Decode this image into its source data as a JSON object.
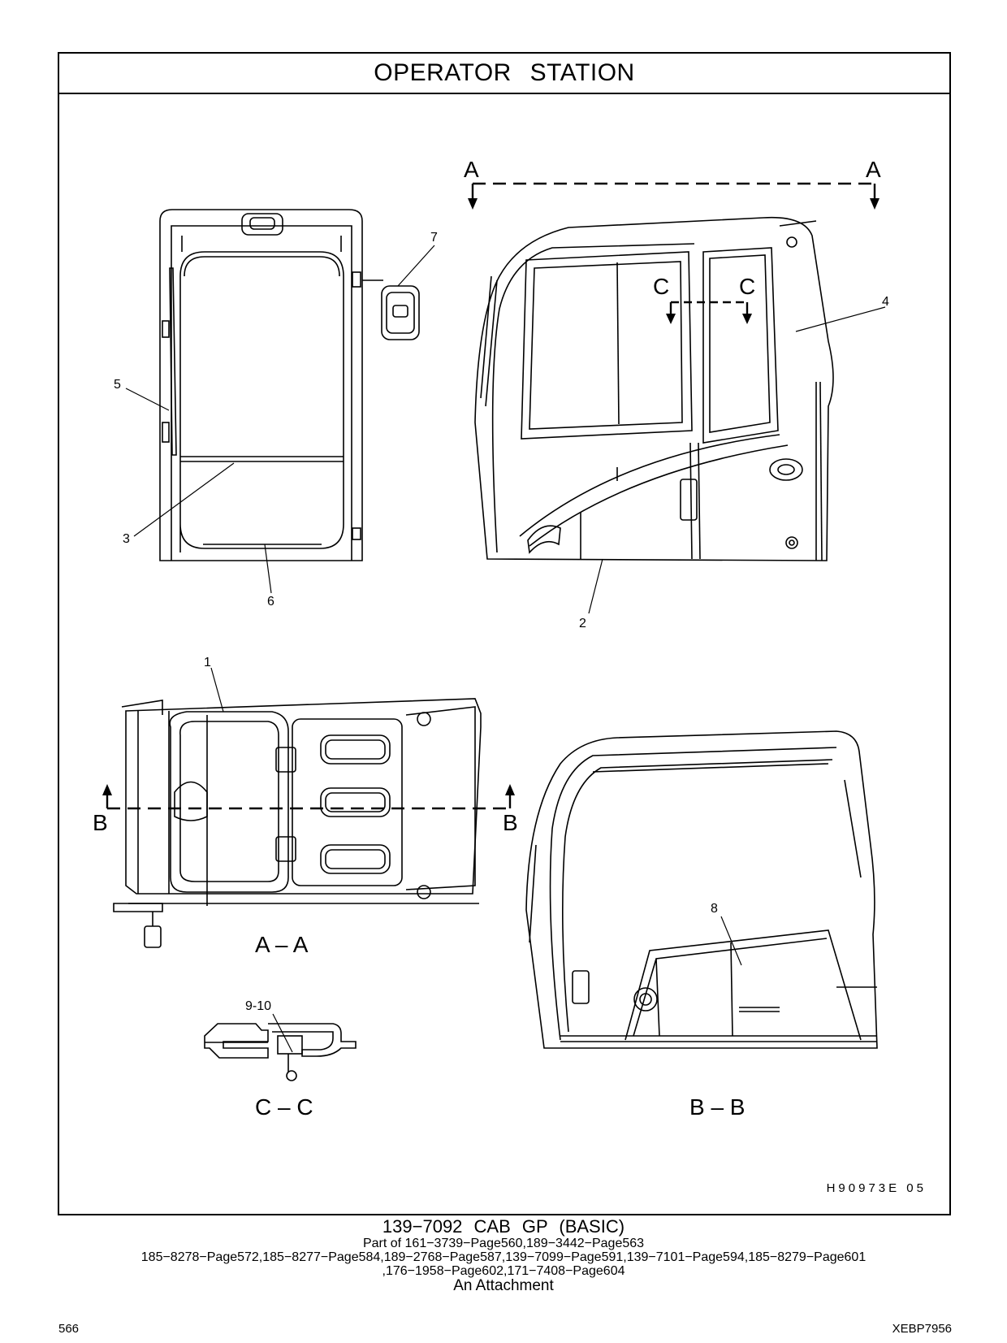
{
  "header": {
    "title": "OPERATOR   STATION"
  },
  "views": {
    "section_aa": "A – A",
    "section_bb": "B – B",
    "section_cc": "C – C"
  },
  "section_markers": {
    "a": "A",
    "b": "B",
    "c": "C"
  },
  "callouts": {
    "c1": "1",
    "c2": "2",
    "c3": "3",
    "c4": "4",
    "c5": "5",
    "c6": "6",
    "c7": "7",
    "c8": "8",
    "c9_10": "9-10"
  },
  "illustration_code": "H90973E   05",
  "caption": {
    "title": "139−7092  CAB  GP (BASIC)",
    "part_of": "Part of 161−3739−Page560,189−3442−Page563",
    "list_line1": "185−8278−Page572,185−8277−Page584,189−2768−Page587,139−7099−Page591,139−7101−Page594,185−8279−Page601",
    "list_line2": ",176−1958−Page602,171−7408−Page604",
    "attachment": "An Attachment"
  },
  "footer": {
    "page_number": "566",
    "document_id": "XEBP7956"
  }
}
